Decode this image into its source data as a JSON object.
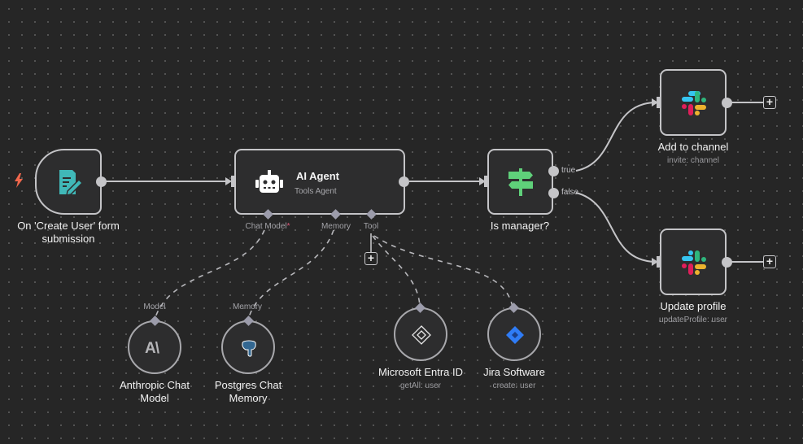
{
  "canvas": {
    "background": "#262626"
  },
  "nodes": {
    "trigger": {
      "title_line1": "On 'Create User' form",
      "title_line2": "submission",
      "icon": "form-edit-icon",
      "badge_icon": "lightning-icon",
      "accent": "#40b8b8"
    },
    "agent": {
      "title": "AI Agent",
      "subtitle": "Tools Agent",
      "icon": "robot-icon",
      "ports": {
        "chat_model": "Chat Model",
        "chat_model_required": "*",
        "memory": "Memory",
        "tool": "Tool"
      }
    },
    "if": {
      "title": "Is manager?",
      "icon": "signpost-icon",
      "accent": "#5fd07a",
      "branch_true": "true",
      "branch_false": "false"
    },
    "slack_add": {
      "title": "Add to channel",
      "subtitle": "invite: channel",
      "icon": "slack-icon"
    },
    "slack_update": {
      "title": "Update profile",
      "subtitle": "updateProfile: user",
      "icon": "slack-icon"
    },
    "anthropic": {
      "port": "Model",
      "title_line1": "Anthropic Chat",
      "title_line2": "Model",
      "icon": "anthropic-icon"
    },
    "postgres": {
      "port": "Memory",
      "title_line1": "Postgres Chat",
      "title_line2": "Memory",
      "icon": "postgres-elephant-icon"
    },
    "entra": {
      "title": "Microsoft Entra ID",
      "subtitle": "getAll: user",
      "icon": "entra-id-icon"
    },
    "jira": {
      "title": "Jira Software",
      "subtitle": "create: user",
      "icon": "jira-icon",
      "accent": "#2f7cf6"
    }
  },
  "buttons": {
    "add_symbol": "+"
  }
}
